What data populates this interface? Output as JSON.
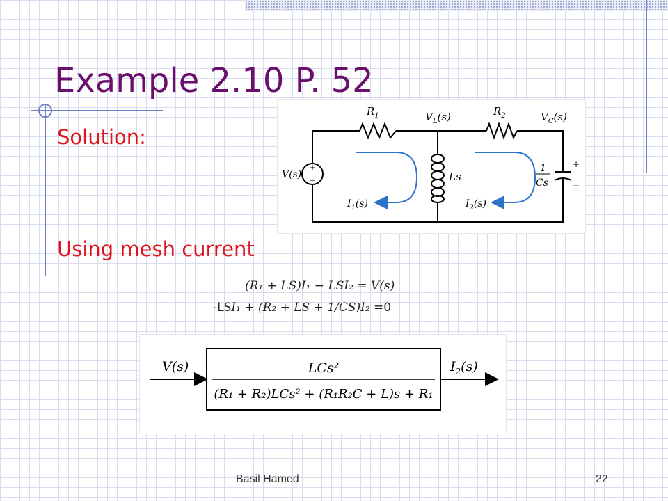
{
  "title": "Example 2.10 P. 52",
  "solution_label": "Solution:",
  "method_label": "Using mesh current",
  "circuit": {
    "r1": "R",
    "r1_sub": "1",
    "r2": "R",
    "r2_sub": "2",
    "vl": "V",
    "vl_sub": "L",
    "vl_tail": "(s)",
    "vc": "V",
    "vc_sub": "C",
    "vc_tail": "(s)",
    "vs": "V(s)",
    "plus": "+",
    "minus": "−",
    "ls": "Ls",
    "cap_num": "1",
    "cap_den": "Cs",
    "i1": "I",
    "i1_sub": "1",
    "i1_tail": "(s)",
    "i2": "I",
    "i2_sub": "2",
    "i2_tail": "(s)"
  },
  "equations": {
    "eq1": "(R₁ + LS)I₁ − LSI₂ = V(s)",
    "eq2_prefix": "-LS",
    "eq2_body": "I₁ + (R₂ + LS + 1/CS)I₂",
    "eq2_suffix": " =0"
  },
  "block": {
    "input": "V(s)",
    "output_main": "I",
    "output_sub": "2",
    "output_tail": "(s)",
    "numerator": "LCs²",
    "denominator": "(R₁ + R₂)LCs² + (R₁R₂C + L)s + R₁"
  },
  "footer": {
    "author": "Basil Hamed",
    "page": "22"
  },
  "colors": {
    "title": "#6a0f6e",
    "accent_red": "#e0141b",
    "grid": "#d7dcef",
    "decor_line": "#6f7fc3",
    "wire": "#000000",
    "mesh_arrow": "#2b73c9"
  }
}
